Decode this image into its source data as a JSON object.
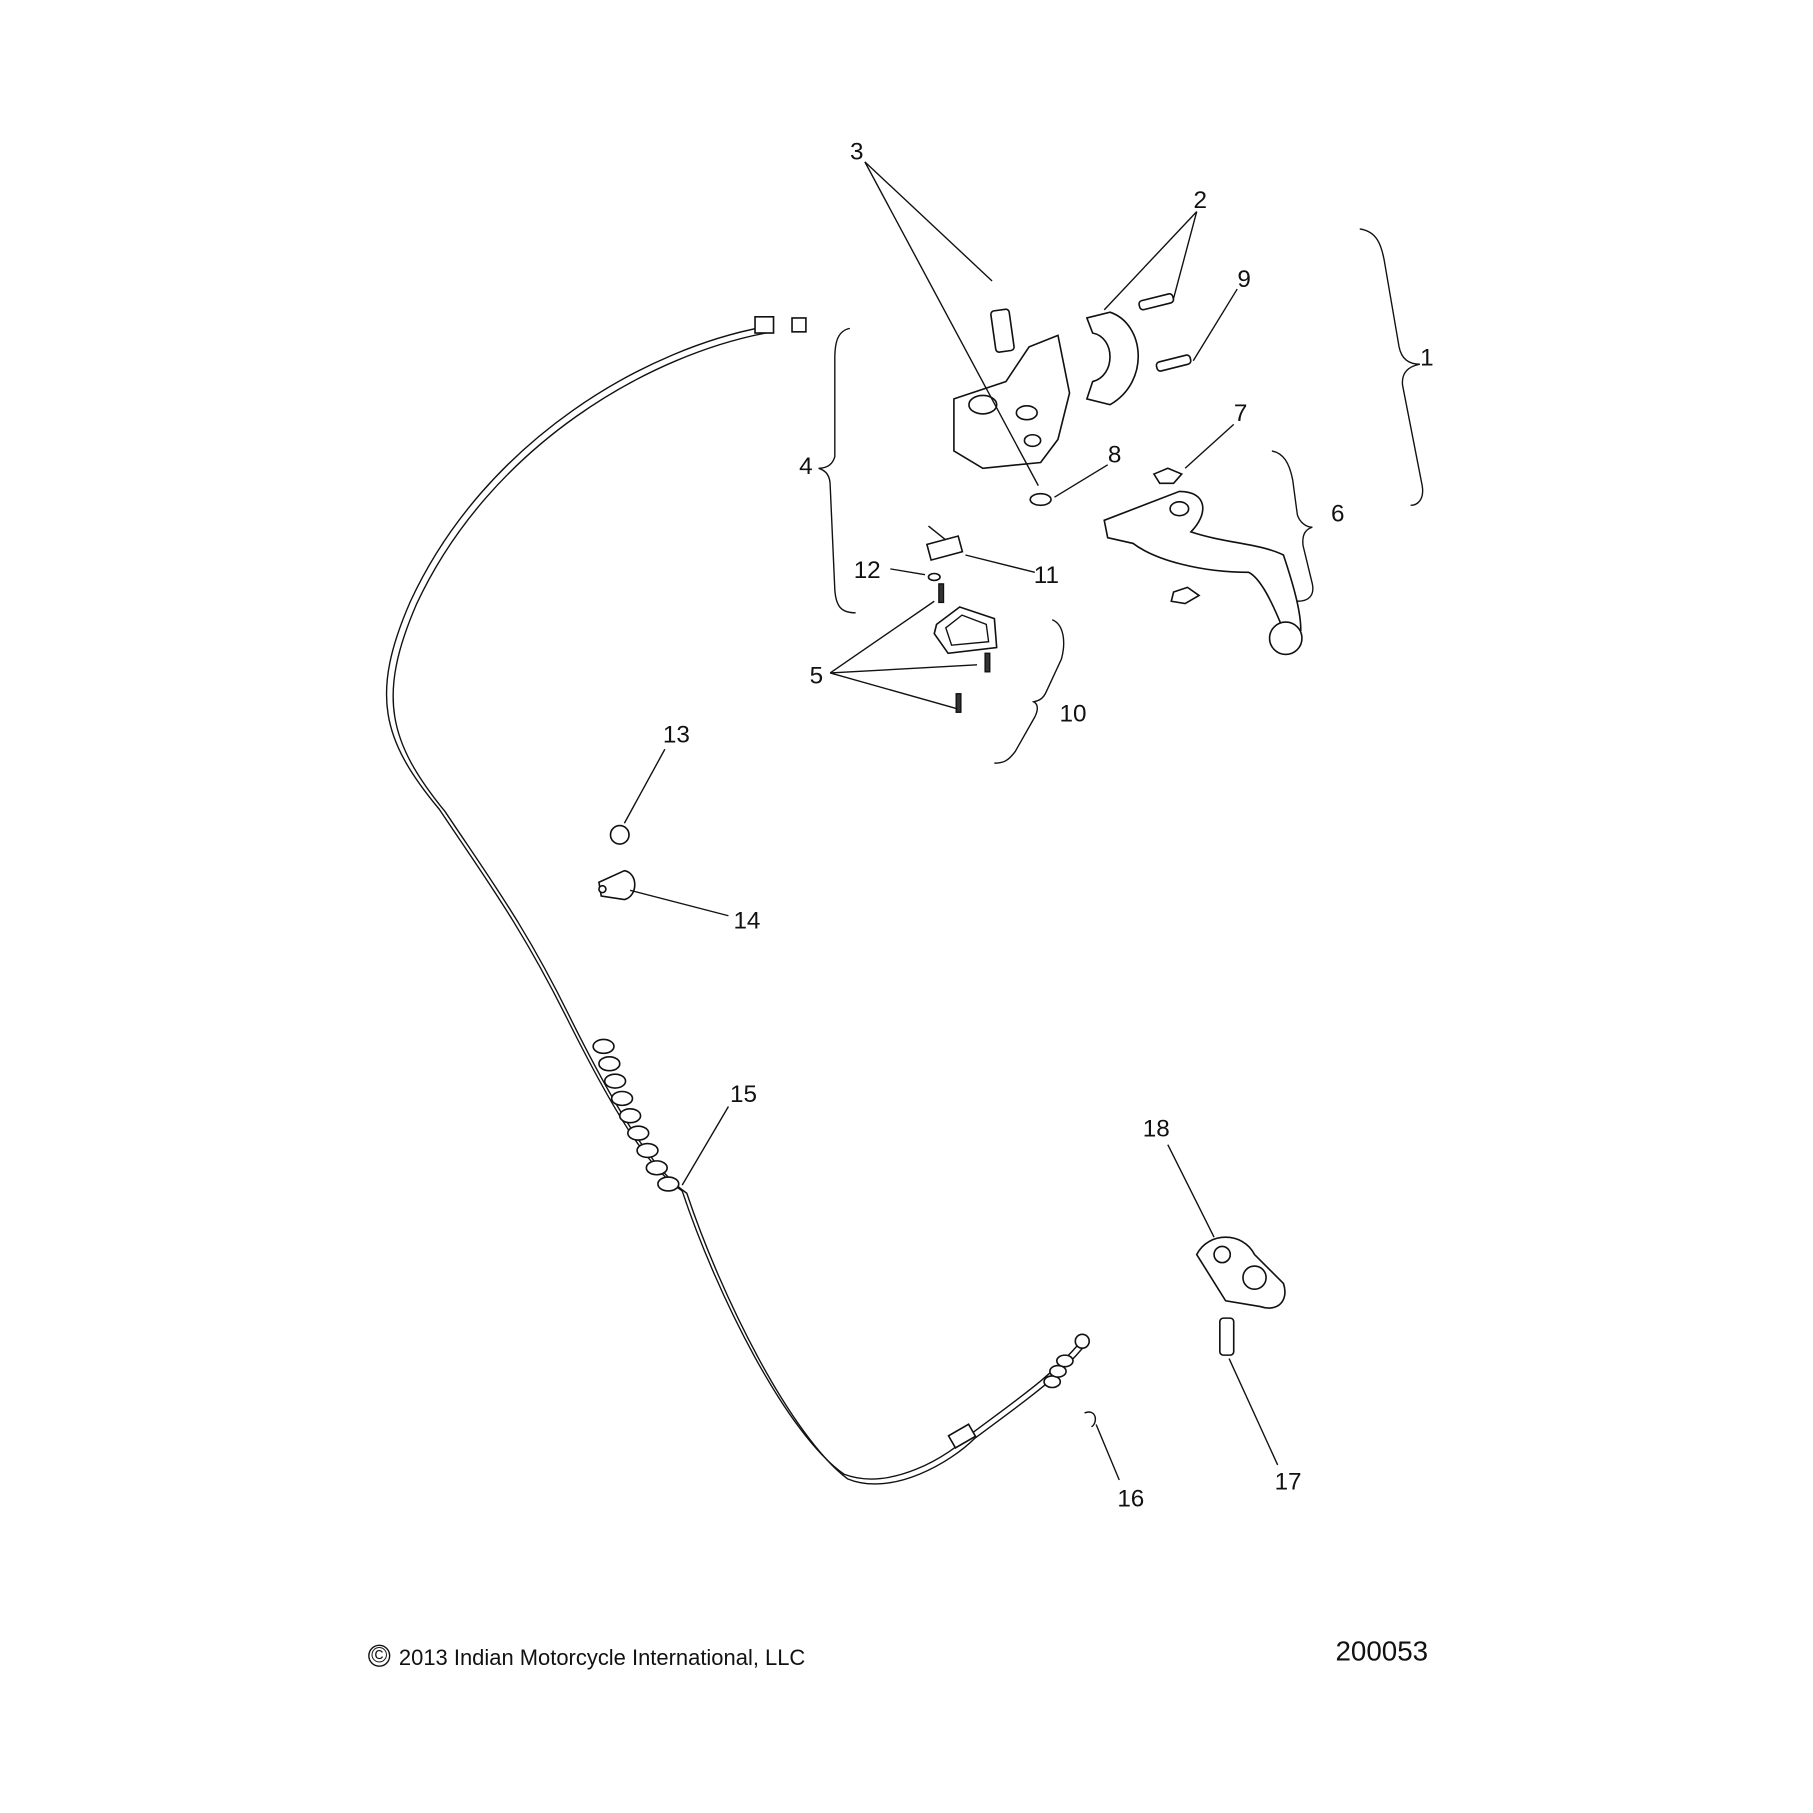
{
  "diagram": {
    "callouts": [
      "1",
      "2",
      "3",
      "4",
      "5",
      "6",
      "7",
      "8",
      "9",
      "10",
      "11",
      "12",
      "13",
      "14",
      "15",
      "16",
      "17",
      "18"
    ],
    "copyright": "2013 Indian Motorcycle International, LLC",
    "copyright_symbol": "©",
    "drawing_number": "200053"
  }
}
